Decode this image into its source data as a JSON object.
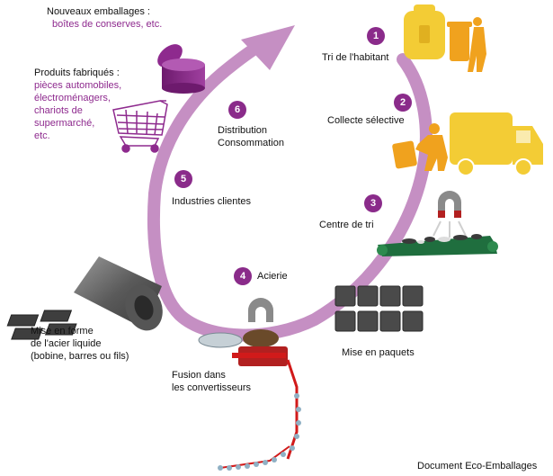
{
  "colors": {
    "arrow": "#c58fc3",
    "step_badge": "#8a2b8a",
    "accent_text": "#8e2a8e",
    "yellow": "#f3cc35",
    "orange": "#f0a21e",
    "steel": "#6e6e6e",
    "conveyor": "#1f6e3e",
    "hot_metal": "#d11a1a"
  },
  "top_left": {
    "title": "Nouveaux emballages :",
    "subtitle": "boîtes de conserves, etc."
  },
  "products": {
    "title": "Produits fabriqués :",
    "items": [
      "pièces automobiles,",
      "électroménagers,",
      "chariots de",
      "supermarché,",
      "etc."
    ]
  },
  "steps": [
    {
      "num": "1",
      "label": "Tri de l'habitant"
    },
    {
      "num": "2",
      "label": "Collecte sélective"
    },
    {
      "num": "3",
      "label": "Centre de tri"
    },
    {
      "num": "4",
      "label": "Acierie"
    },
    {
      "num": "5",
      "label": "Industries clientes"
    },
    {
      "num": "6",
      "label": "Distribution",
      "label2": "Consommation"
    }
  ],
  "labels": {
    "packets": "Mise en paquets",
    "fusion_line1": "Fusion dans",
    "fusion_line2": "les convertisseurs",
    "forming_line1": "Mise en forme",
    "forming_line2": "de l'acier liquide",
    "forming_line3": "(bobine,  barres ou fils)",
    "credit": "Document Eco-Emballages"
  },
  "icons": [
    "tin-can-icon",
    "shopping-cart-icon",
    "trash-bins-icon",
    "collection-truck-icon",
    "magnet-icon",
    "conveyor-belt-icon",
    "scrap-bales-icon",
    "steel-coil-icon",
    "converter-icon",
    "rolling-mill-icon"
  ]
}
